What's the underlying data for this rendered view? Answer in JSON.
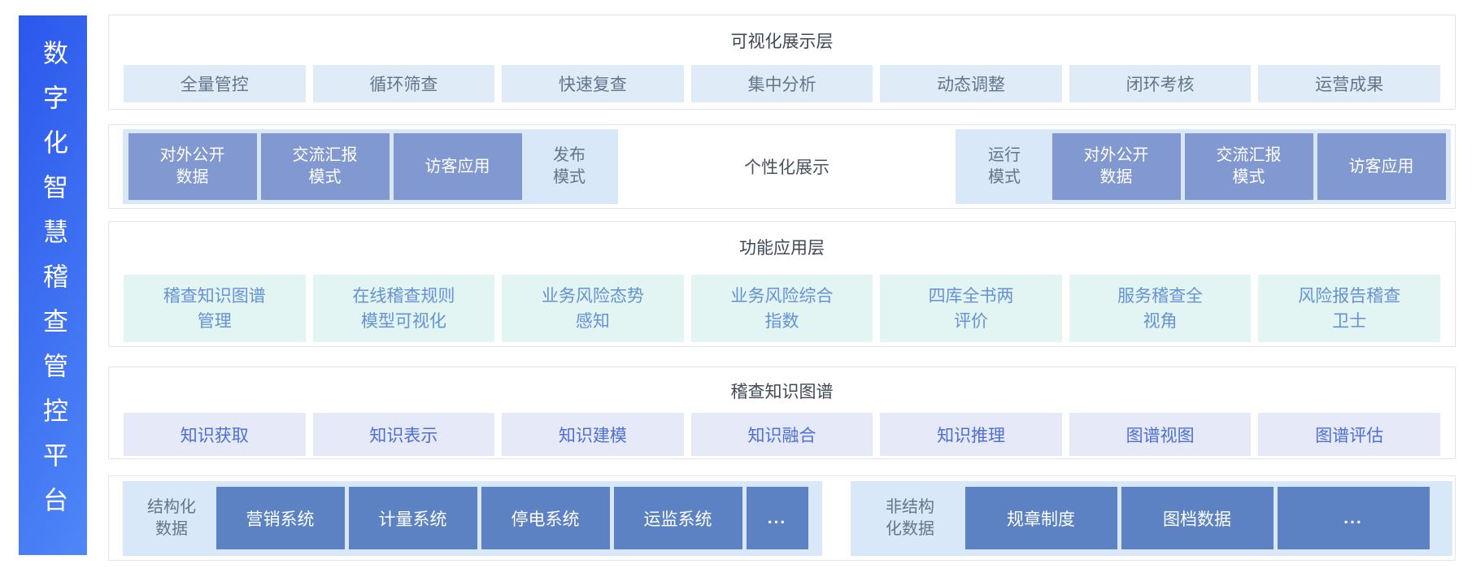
{
  "platform": {
    "title": "数字化智慧稽查管控平台"
  },
  "colors": {
    "sidebar_gradient_start": "#2b57ec",
    "sidebar_gradient_end": "#4f87f7",
    "light_blue_chip_bg": "#dfecf8",
    "mode_group_bg": "#d9e8f8",
    "mode_box_bg": "#8298d0",
    "mint_chip_bg": "#e3f5f3",
    "lavender_chip_bg": "#e6e9f8",
    "data_box_bg": "#5c82c3"
  },
  "visual_layer": {
    "title": "可视化展示层",
    "items": [
      "全量管控",
      "循环筛查",
      "快速复查",
      "集中分析",
      "动态调整",
      "闭环考核",
      "运营成果"
    ]
  },
  "display_mode_layer": {
    "publish_group": {
      "label": "发布\n模式",
      "items": [
        "对外公开\n数据",
        "交流汇报\n模式",
        "访客应用"
      ]
    },
    "center_label": "个性化展示",
    "run_group": {
      "label": "运行\n模式",
      "items": [
        "对外公开\n数据",
        "交流汇报\n模式",
        "访客应用"
      ]
    }
  },
  "function_layer": {
    "title": "功能应用层",
    "items": [
      "稽查知识图谱\n管理",
      "在线稽查规则\n模型可视化",
      "业务风险态势\n感知",
      "业务风险综合\n指数",
      "四库全书两\n评价",
      "服务稽查全\n视角",
      "风险报告稽查\n卫士"
    ]
  },
  "knowledge_graph_layer": {
    "title": "稽查知识图谱",
    "items": [
      "知识获取",
      "知识表示",
      "知识建模",
      "知识融合",
      "知识推理",
      "图谱视图",
      "图谱评估"
    ]
  },
  "data_source_layer": {
    "structured": {
      "label": "结构化\n数据",
      "items": [
        "营销系统",
        "计量系统",
        "停电系统",
        "运监系统",
        "..."
      ]
    },
    "unstructured": {
      "label": "非结构\n化数据",
      "items": [
        "规章制度",
        "图档数据",
        "..."
      ]
    }
  }
}
